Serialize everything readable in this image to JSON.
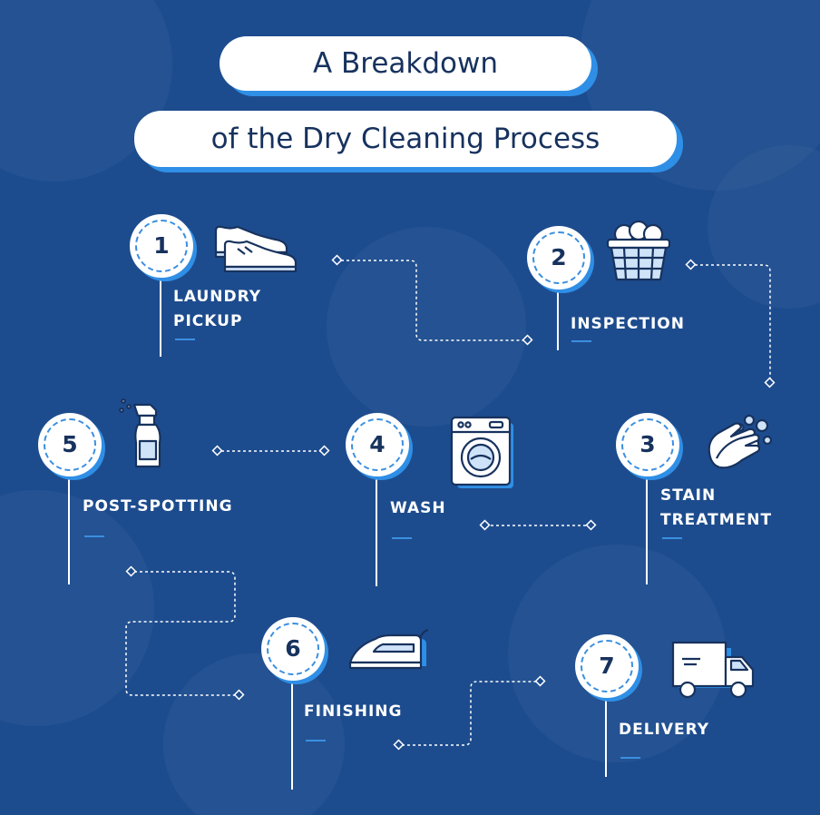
{
  "title": {
    "line1": "A Breakdown",
    "line2": "of the Dry Cleaning Process"
  },
  "steps": [
    {
      "number": "1",
      "label_lines": [
        "LAUNDRY",
        "PICKUP"
      ],
      "icon": "sneakers-icon"
    },
    {
      "number": "2",
      "label_lines": [
        "INSPECTION"
      ],
      "icon": "laundry-basket-icon"
    },
    {
      "number": "3",
      "label_lines": [
        "STAIN",
        "TREATMENT"
      ],
      "icon": "washing-hands-icon"
    },
    {
      "number": "4",
      "label_lines": [
        "WASH"
      ],
      "icon": "washing-machine-icon"
    },
    {
      "number": "5",
      "label_lines": [
        "POST-SPOTTING"
      ],
      "icon": "spray-bottle-icon"
    },
    {
      "number": "6",
      "label_lines": [
        "FINISHING"
      ],
      "icon": "iron-icon"
    },
    {
      "number": "7",
      "label_lines": [
        "DELIVERY"
      ],
      "icon": "delivery-truck-icon"
    }
  ],
  "colors": {
    "background": "#1d4c8e",
    "accent": "#2f8fe6",
    "text_dark": "#17325e",
    "white": "#ffffff"
  }
}
